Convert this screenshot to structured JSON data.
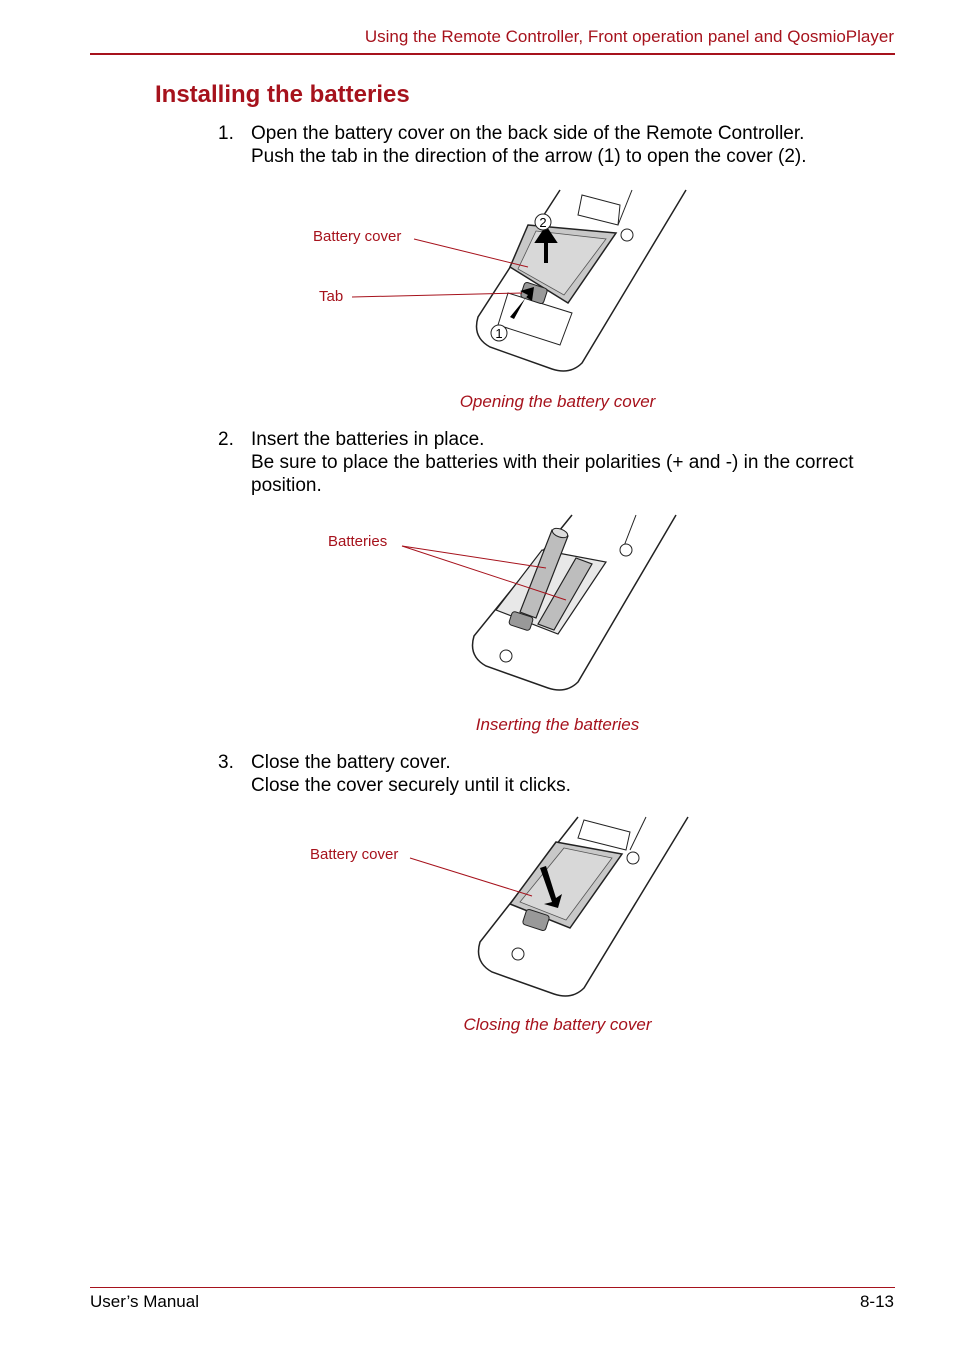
{
  "header": {
    "title": "Using the Remote Controller, Front operation panel and QosmioPlayer"
  },
  "section": {
    "title": "Installing the batteries"
  },
  "steps": [
    {
      "num": "1.",
      "lines": [
        "Open the battery cover on the back side of the Remote Controller.",
        "Push the tab in the direction of the arrow (1) to open the cover (2)."
      ]
    },
    {
      "num": "2.",
      "lines": [
        "Insert the batteries in place.",
        "Be sure to place the batteries with their polarities (+ and -) in the correct",
        "position."
      ]
    },
    {
      "num": "3.",
      "lines": [
        "Close the battery cover.",
        "Close the cover securely until it clicks."
      ]
    }
  ],
  "figures": [
    {
      "caption": "Opening the battery cover",
      "callouts": [
        "Battery cover",
        "Tab"
      ],
      "markers": [
        "2",
        "1"
      ]
    },
    {
      "caption": "Inserting the batteries",
      "callouts": [
        "Batteries"
      ]
    },
    {
      "caption": "Closing the battery cover",
      "callouts": [
        "Battery cover"
      ]
    }
  ],
  "footer": {
    "left": "User’s Manual",
    "right": "8-13"
  },
  "colors": {
    "accent": "#a6121c"
  }
}
